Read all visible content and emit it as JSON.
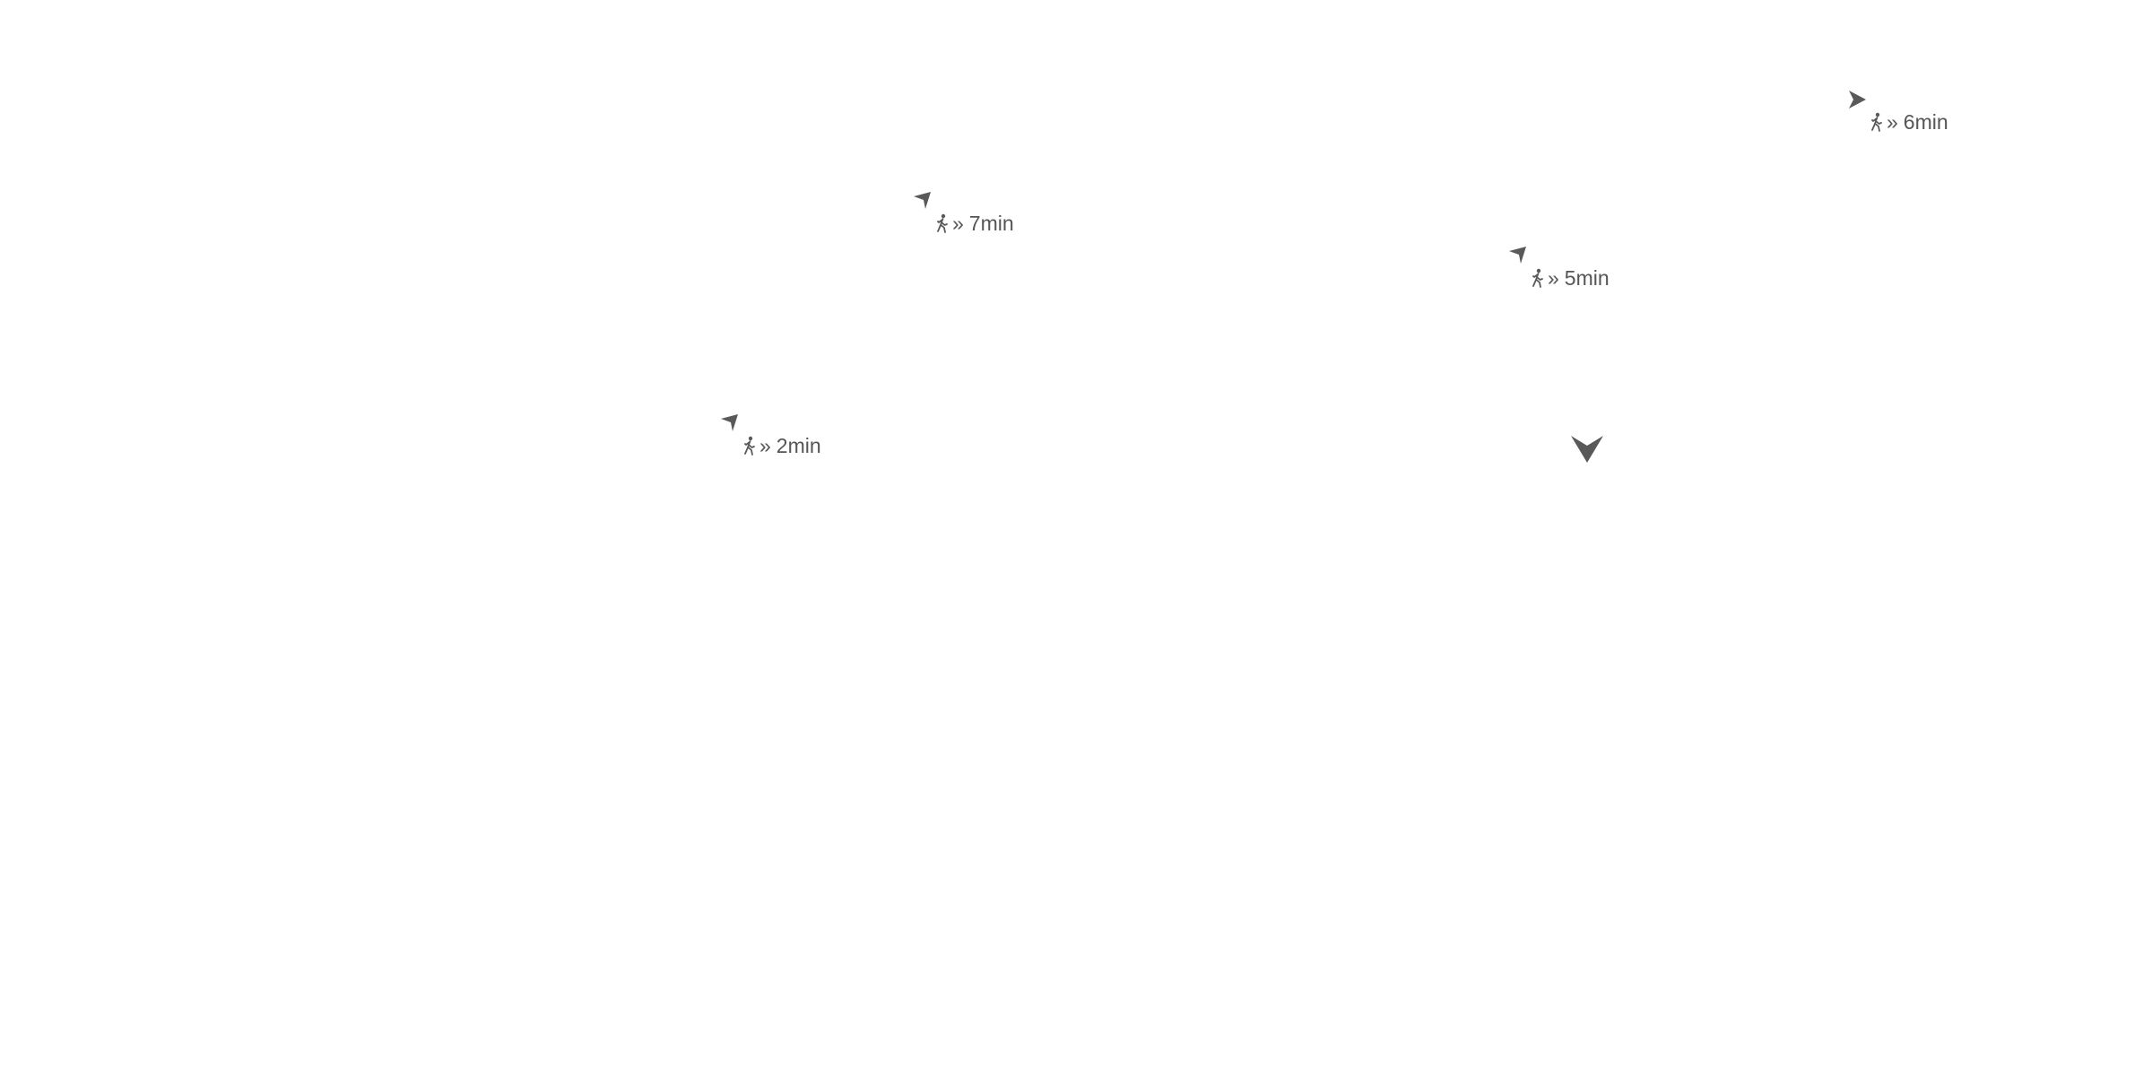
{
  "map": {
    "accent_color": "#595959",
    "markers": [
      {
        "walk_icon": "walk-icon",
        "separator": "»",
        "time": "6min",
        "heading_icon": "navigation-arrow-icon"
      },
      {
        "walk_icon": "walk-icon",
        "separator": "»",
        "time": "7min",
        "heading_icon": "navigation-arrow-icon"
      },
      {
        "walk_icon": "walk-icon",
        "separator": "»",
        "time": "5min",
        "heading_icon": "navigation-arrow-icon"
      },
      {
        "walk_icon": "walk-icon",
        "separator": "»",
        "time": "2min",
        "heading_icon": "navigation-arrow-icon"
      }
    ],
    "user_location": {
      "icon": "user-location-arrow-icon"
    }
  }
}
